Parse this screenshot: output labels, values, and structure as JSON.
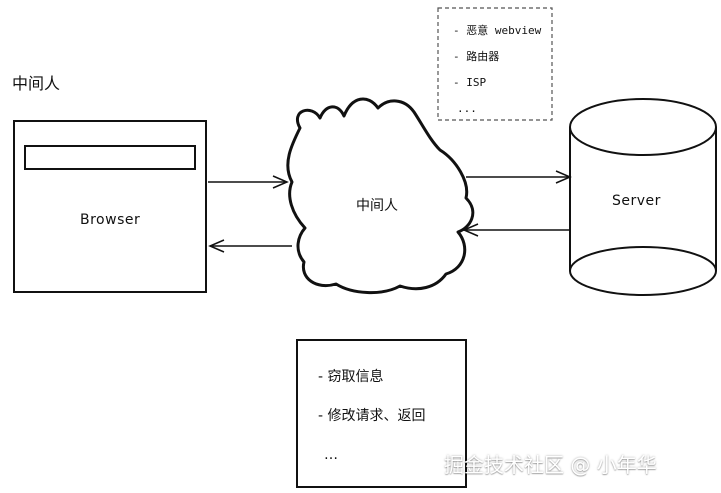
{
  "title": "中间人",
  "browser": {
    "label": "Browser"
  },
  "middleman": {
    "label": "中间人"
  },
  "server": {
    "label": "Server"
  },
  "actors_list": {
    "items": [
      "- 恶意 webview",
      "- 路由器",
      "- ISP",
      "..."
    ]
  },
  "actions_list": {
    "items": [
      "-  窃取信息",
      "-  修改请求、返回",
      "…"
    ]
  },
  "watermark": "掘金技术社区 @ 小年华",
  "colors": {
    "stroke": "#111111",
    "background": "#ffffff",
    "watermark": "#ffffff"
  }
}
